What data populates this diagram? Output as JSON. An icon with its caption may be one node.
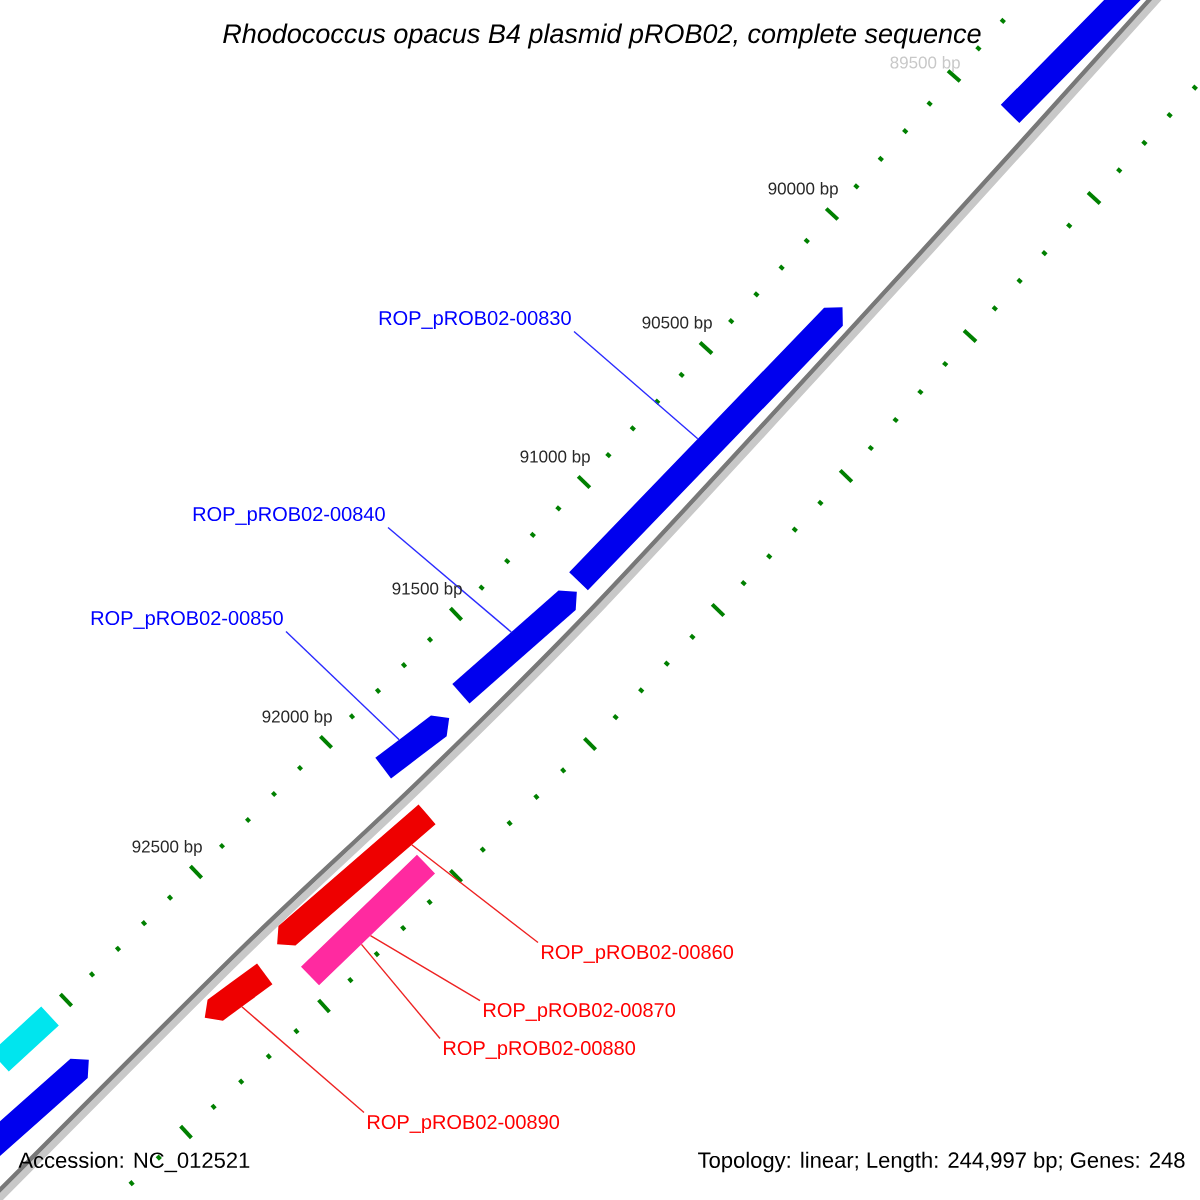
{
  "diagram": {
    "title": "Rhodococcus opacus B4 plasmid pROB02, complete sequence",
    "nodes": [
      {
        "text": [],
        "shape": "bar"
      },
      {
        "text": [
          "ROP_pROB02-00830"
        ]
      },
      {
        "text": [],
        "shape": "arrow"
      },
      {
        "text": [
          "ROP_pROB02-00840"
        ]
      },
      {
        "text": [],
        "shape": "arrow"
      },
      {
        "text": [
          "ROP_pROB02-00850"
        ]
      },
      {
        "text": [],
        "shape": "arrow"
      },
      {
        "text": [],
        "shape": "arrow"
      },
      {
        "text": [],
        "shape": "bar"
      },
      {
        "text": [
          "ROP_pROB02-00860"
        ]
      },
      {
        "text": [
          "ROP_pROB02-00870"
        ]
      },
      {
        "text": [
          "ROP_pROB02-00880"
        ]
      },
      {
        "text": [],
        "shape": "arrow"
      },
      {
        "text": [
          "ROP_pROB02-00890"
        ]
      },
      {
        "text": [],
        "shape": "bar"
      },
      {
        "text": [],
        "shape": "arrow"
      }
    ],
    "edges": [
      {
        "from": 1,
        "to": 2,
        "arrow": "none",
        "color": "#2b2bff"
      },
      {
        "from": 3,
        "to": 4,
        "arrow": "none",
        "color": "#2b2bff"
      },
      {
        "from": 5,
        "to": 6,
        "arrow": "none",
        "color": "#2b2bff"
      },
      {
        "from": 9,
        "to": 7,
        "arrow": "none",
        "color": "#ee2222"
      },
      {
        "from": 10,
        "to": 8,
        "arrow": "none",
        "color": "#ee2222"
      },
      {
        "from": 11,
        "to": 8,
        "arrow": "none",
        "color": "#ee2222"
      },
      {
        "from": 13,
        "to": 12,
        "arrow": "none",
        "color": "#ee2222"
      }
    ],
    "labels": [
      "89500 bp",
      "90000 bp",
      "90500 bp",
      "91000 bp",
      "91500 bp",
      "92000 bp",
      "92500 bp",
      "Accession: NC_012521",
      "Topology: linear; Length: 244,997 bp; Genes: 248"
    ]
  }
}
